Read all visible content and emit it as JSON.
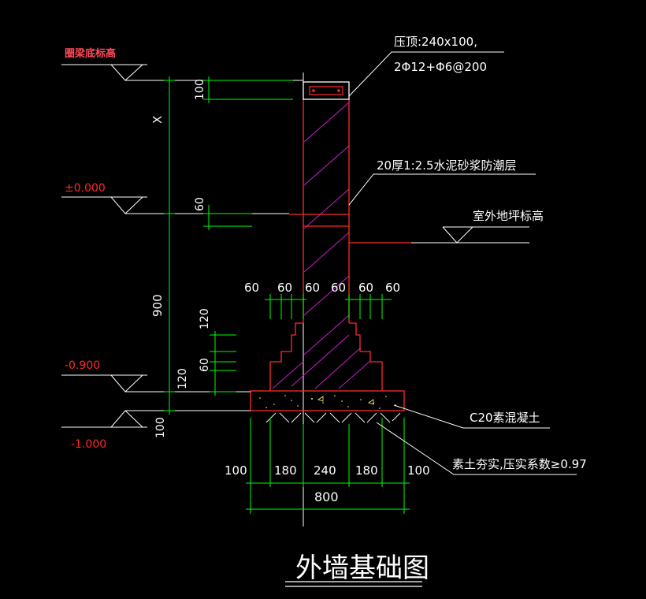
{
  "title": "外墙基础图",
  "colors": {
    "background": "#000000",
    "outline": "#ff2a2a",
    "hatch": "#d01ad0",
    "dimension": "#00ff00",
    "leader": "#ffffff",
    "elevation_text": "#ff2a2a"
  },
  "elevations": {
    "ring_beam": "圈梁底标高",
    "zero": "±0.000",
    "minus_900": "-0.900",
    "minus_1000": "-1.000"
  },
  "annotations": {
    "cap_line1": "压顶:240x100,",
    "cap_line2": "2Φ12+Φ6@200",
    "damp_proof": "20厚1:2.5水泥砂浆防潮层",
    "outdoor_ground": "室外地坪标高",
    "concrete": "C20素混凝土",
    "compacted_soil": "素土夯实,压实系数≥0.97"
  },
  "dims_left": {
    "cap": "100",
    "x": "X",
    "damp": "60",
    "h900": "900",
    "step120_top": "120",
    "step60": "60",
    "step120_bottom": "120",
    "base100": "100"
  },
  "dims_steps": [
    "60",
    "60",
    "60",
    "60",
    "60",
    "60"
  ],
  "dims_bottom": [
    "100",
    "180",
    "240",
    "180",
    "100"
  ],
  "dims_total": "800"
}
